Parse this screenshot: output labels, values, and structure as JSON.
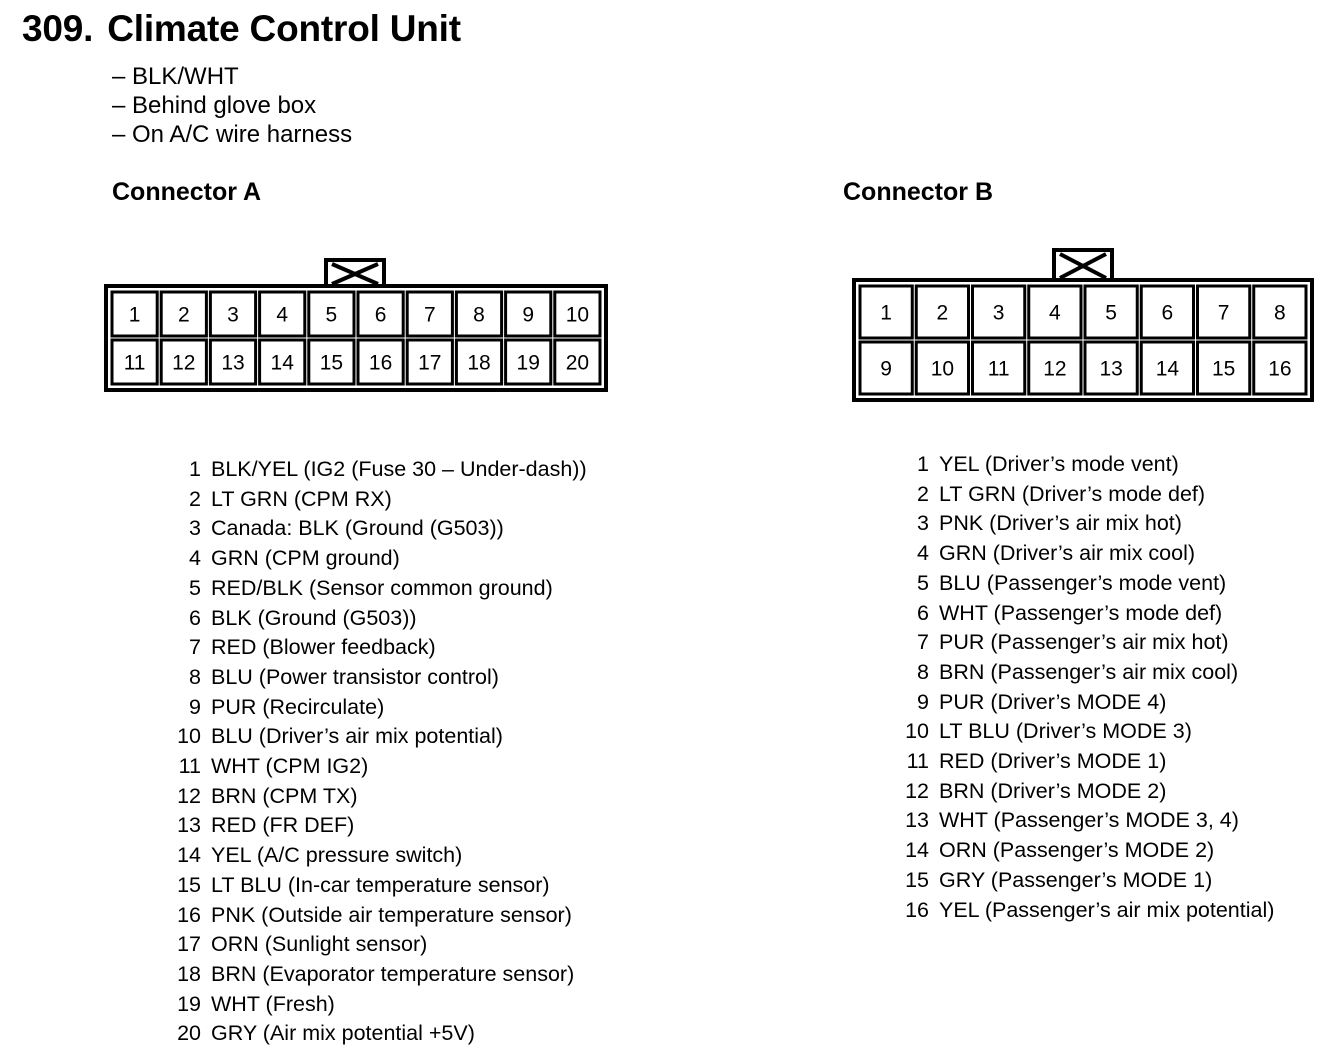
{
  "title": {
    "number": "309.",
    "text": "Climate Control Unit"
  },
  "notes": [
    "– BLK/WHT",
    "– Behind glove box",
    "– On A/C wire harness"
  ],
  "connector_a": {
    "title": "Connector A",
    "top_row": [
      "1",
      "2",
      "3",
      "4",
      "5",
      "6",
      "7",
      "8",
      "9",
      "10"
    ],
    "bottom_row": [
      "11",
      "12",
      "13",
      "14",
      "15",
      "16",
      "17",
      "18",
      "19",
      "20"
    ],
    "pins": [
      {
        "num": "1",
        "desc": "BLK/YEL (IG2 (Fuse 30 – Under-dash))"
      },
      {
        "num": "2",
        "desc": "LT GRN (CPM RX)"
      },
      {
        "num": "3",
        "desc": "Canada: BLK (Ground (G503))"
      },
      {
        "num": "4",
        "desc": "GRN (CPM ground)"
      },
      {
        "num": "5",
        "desc": "RED/BLK (Sensor common ground)"
      },
      {
        "num": "6",
        "desc": "BLK (Ground (G503))"
      },
      {
        "num": "7",
        "desc": "RED (Blower feedback)"
      },
      {
        "num": "8",
        "desc": "BLU (Power transistor control)"
      },
      {
        "num": "9",
        "desc": "PUR (Recirculate)"
      },
      {
        "num": "10",
        "desc": "BLU (Driver’s air mix potential)"
      },
      {
        "num": "11",
        "desc": "WHT (CPM IG2)"
      },
      {
        "num": "12",
        "desc": "BRN (CPM TX)"
      },
      {
        "num": "13",
        "desc": "RED (FR DEF)"
      },
      {
        "num": "14",
        "desc": "YEL (A/C pressure switch)"
      },
      {
        "num": "15",
        "desc": "LT BLU (In-car temperature sensor)"
      },
      {
        "num": "16",
        "desc": "PNK (Outside air temperature sensor)"
      },
      {
        "num": "17",
        "desc": "ORN (Sunlight sensor)"
      },
      {
        "num": "18",
        "desc": "BRN (Evaporator temperature sensor)"
      },
      {
        "num": "19",
        "desc": "WHT (Fresh)"
      },
      {
        "num": "20",
        "desc": "GRY (Air mix potential +5V)"
      }
    ]
  },
  "connector_b": {
    "title": "Connector B",
    "top_row": [
      "1",
      "2",
      "3",
      "4",
      "5",
      "6",
      "7",
      "8"
    ],
    "bottom_row": [
      "9",
      "10",
      "11",
      "12",
      "13",
      "14",
      "15",
      "16"
    ],
    "pins": [
      {
        "num": "1",
        "desc": "YEL (Driver’s mode vent)"
      },
      {
        "num": "2",
        "desc": "LT GRN (Driver’s mode def)"
      },
      {
        "num": "3",
        "desc": "PNK (Driver’s air mix hot)"
      },
      {
        "num": "4",
        "desc": "GRN (Driver’s air mix cool)"
      },
      {
        "num": "5",
        "desc": "BLU (Passenger’s mode vent)"
      },
      {
        "num": "6",
        "desc": "WHT (Passenger’s mode def)"
      },
      {
        "num": "7",
        "desc": "PUR (Passenger’s air mix hot)"
      },
      {
        "num": "8",
        "desc": "BRN (Passenger’s air mix cool)"
      },
      {
        "num": "9",
        "desc": "PUR (Driver’s MODE 4)"
      },
      {
        "num": "10",
        "desc": "LT BLU (Driver’s MODE 3)"
      },
      {
        "num": "11",
        "desc": "RED (Driver’s MODE 1)"
      },
      {
        "num": "12",
        "desc": "BRN (Driver’s MODE 2)"
      },
      {
        "num": "13",
        "desc": "WHT (Passenger’s MODE 3, 4)"
      },
      {
        "num": "14",
        "desc": "ORN (Passenger’s MODE 2)"
      },
      {
        "num": "15",
        "desc": "GRY (Passenger’s MODE 1)"
      },
      {
        "num": "16",
        "desc": "YEL (Passenger’s air mix potential)"
      }
    ]
  }
}
